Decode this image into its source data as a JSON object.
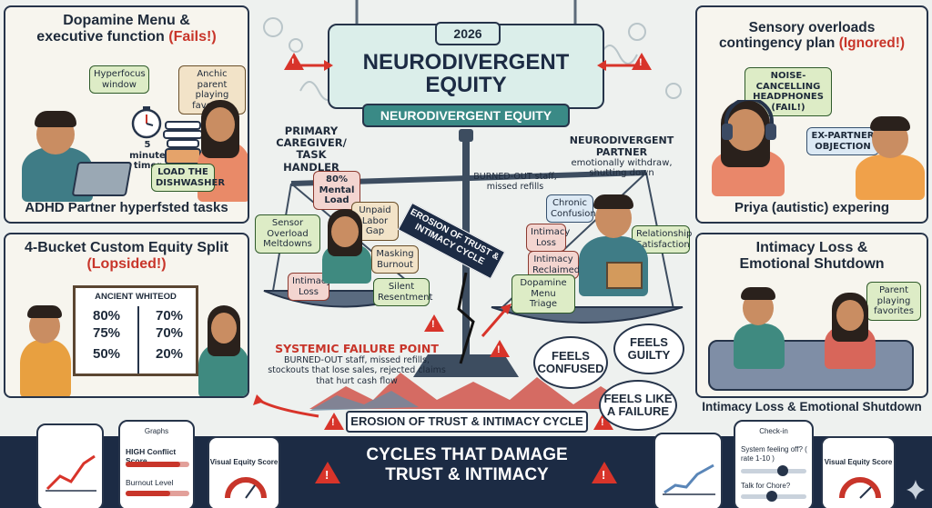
{
  "header": {
    "year": "2026",
    "title_line1": "NEURODIVERGENT",
    "title_line2": "EQUITY",
    "subtitle": "NEURODIVERGENT EQUITY"
  },
  "panel_top_left": {
    "title_line1": "Dopamine Menu &",
    "title_line2": "executive function",
    "title_red": "(Fails!)",
    "note_hyperfocus": "Hyperfocus window",
    "note_parent": "Anchic parent playing favorites",
    "timer_label": "5 minute timer",
    "note_dishwasher": "LOAD THE DISHWASHER",
    "caption": "ADHD Partner hyperfsted tasks"
  },
  "panel_top_right": {
    "title_line1": "Sensory overloads",
    "title_line2": "contingency plan",
    "title_red": "(Ignored!)",
    "note_headphones": "NOISE-CANCELLING HEADPHONES (FAIL!)",
    "note_objection": "EX-PARTNER OBJECTION",
    "caption": "Priya (autistic) expering"
  },
  "panel_mid_left": {
    "title_line1": "4-Bucket Custom Equity Split",
    "title_red": "(Lopsided!)",
    "board_title": "ANCIENT WHITEOD",
    "left_values": [
      "80%",
      "75%",
      "50%"
    ],
    "right_values": [
      "70%",
      "70%",
      "20%"
    ]
  },
  "panel_mid_right": {
    "title_line1": "Intimacy Loss &",
    "title_line2": "Emotional Shutdown",
    "note_parent": "Parent playing favorites",
    "caption": "Intimacy Loss & Emotional Shutdown"
  },
  "center": {
    "primary_label": "PRIMARY CAREGIVER/ TASK HANDLER",
    "partner_label_title": "NEURODIVERGENT PARTNER",
    "partner_label_desc": "emotionally withdraw, shutting down",
    "burned_out": "BURNED-OUT staff, missed refills",
    "left_tags": [
      "80% Mental Load",
      "Unpaid Labor Gap",
      "Sensor Overload Meltdowns",
      "Masking Burnout",
      "Intimacy Loss",
      "Silent Resentment"
    ],
    "right_tags": [
      "Chronic Confusion",
      "Intimacy Loss",
      "Relationship Satisfaction",
      "Intimacy Reclaimed",
      "Dopamine Menu Triage"
    ],
    "ribbon": "EROSION OF TRUST & INTIMACY CYCLE",
    "failure_title": "SYSTEMIC FAILURE POINT",
    "failure_desc": "BURNED-OUT staff, missed refills, stockouts that lose sales, rejected claims that hurt cash flow",
    "cloud_confused": "FEELS CONFUSED",
    "cloud_guilty": "FEELS GUILTY",
    "cloud_failure": "FEELS LIKE A FAILURE",
    "bottom_banner": "EROSION OF TRUST & INTIMACY CYCLE"
  },
  "footer": {
    "title_line1": "CYCLES THAT DAMAGE",
    "title_line2": "TRUST & INTIMACY",
    "phone2_header": "Graphs",
    "phone2_item1": "HIGH Conflict Score",
    "phone2_item2": "Burnout Level",
    "phone3_label": "Visual Equity Score",
    "phone5_header": "Check-in",
    "phone5_item1": "System feeling off? ( rate 1-10 )",
    "phone5_item2": "Talk for Chore?",
    "phone6_label": "Visual Equity Score"
  },
  "colors": {
    "navy": "#1c2b44",
    "accent_red": "#c8352a",
    "note_green": "#ddecc6",
    "panel_bg": "#f7f5ee"
  },
  "icons": [
    "warning-icon",
    "timer-icon",
    "headphones-icon",
    "scale-icon",
    "gauge-icon",
    "line-chart-icon",
    "sparkle-icon"
  ]
}
